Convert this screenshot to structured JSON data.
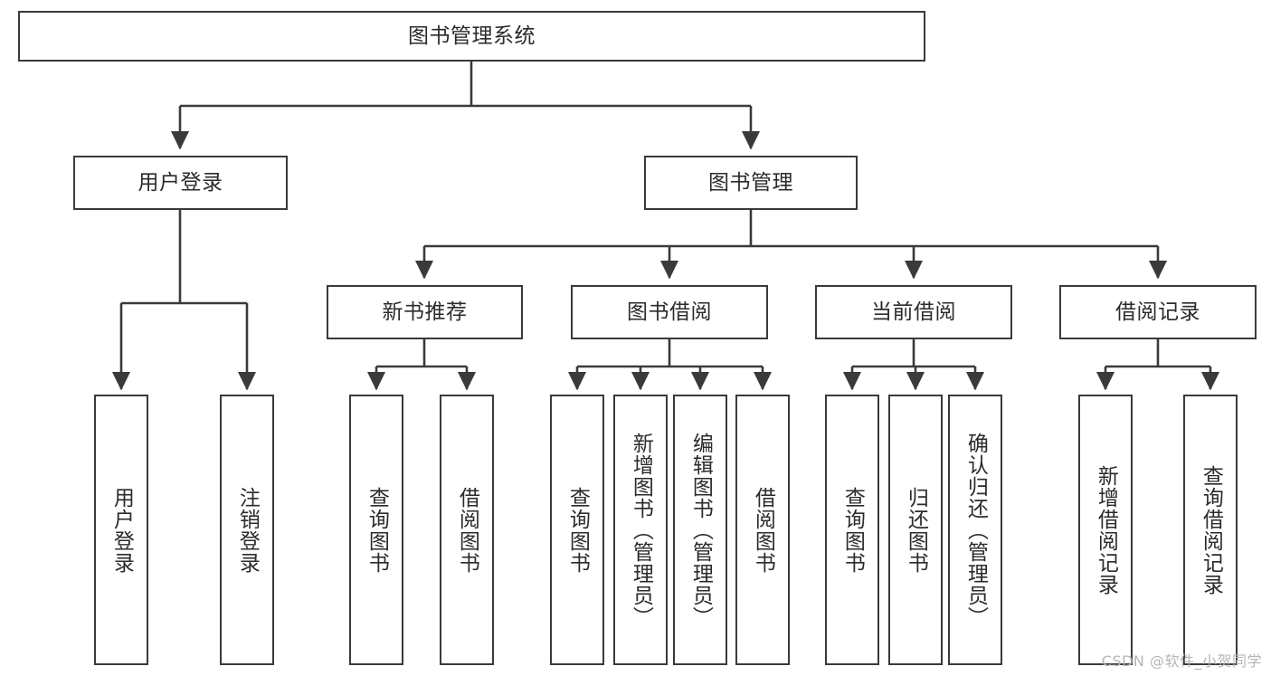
{
  "diagram": {
    "title": "图书管理系统",
    "type": "hierarchy-tree",
    "root": {
      "label": "图书管理系统"
    },
    "level2": [
      {
        "label": "用户登录"
      },
      {
        "label": "图书管理"
      }
    ],
    "level3": [
      {
        "label": "新书推荐"
      },
      {
        "label": "图书借阅"
      },
      {
        "label": "当前借阅"
      },
      {
        "label": "借阅记录"
      }
    ],
    "leaves": {
      "user_login": [
        {
          "label": "用户登录"
        },
        {
          "label": "注销登录"
        }
      ],
      "new_book_recommend": [
        {
          "label": "查询图书"
        },
        {
          "label": "借阅图书"
        }
      ],
      "book_borrow": [
        {
          "label": "查询图书"
        },
        {
          "label": "新增图书（管理员）"
        },
        {
          "label": "编辑图书（管理员）"
        },
        {
          "label": "借阅图书"
        }
      ],
      "current_borrow": [
        {
          "label": "查询图书"
        },
        {
          "label": "归还图书"
        },
        {
          "label": "确认归还（管理员）"
        }
      ],
      "borrow_record": [
        {
          "label": "新增借阅记录"
        },
        {
          "label": "查询借阅记录"
        }
      ]
    }
  },
  "watermark": {
    "text": "CSDN @软件_小贺同学"
  },
  "colors": {
    "stroke": "#3a3a3a",
    "fill": "#ffffff",
    "text": "#2b2b2b",
    "watermark": "#b6b6b6"
  }
}
